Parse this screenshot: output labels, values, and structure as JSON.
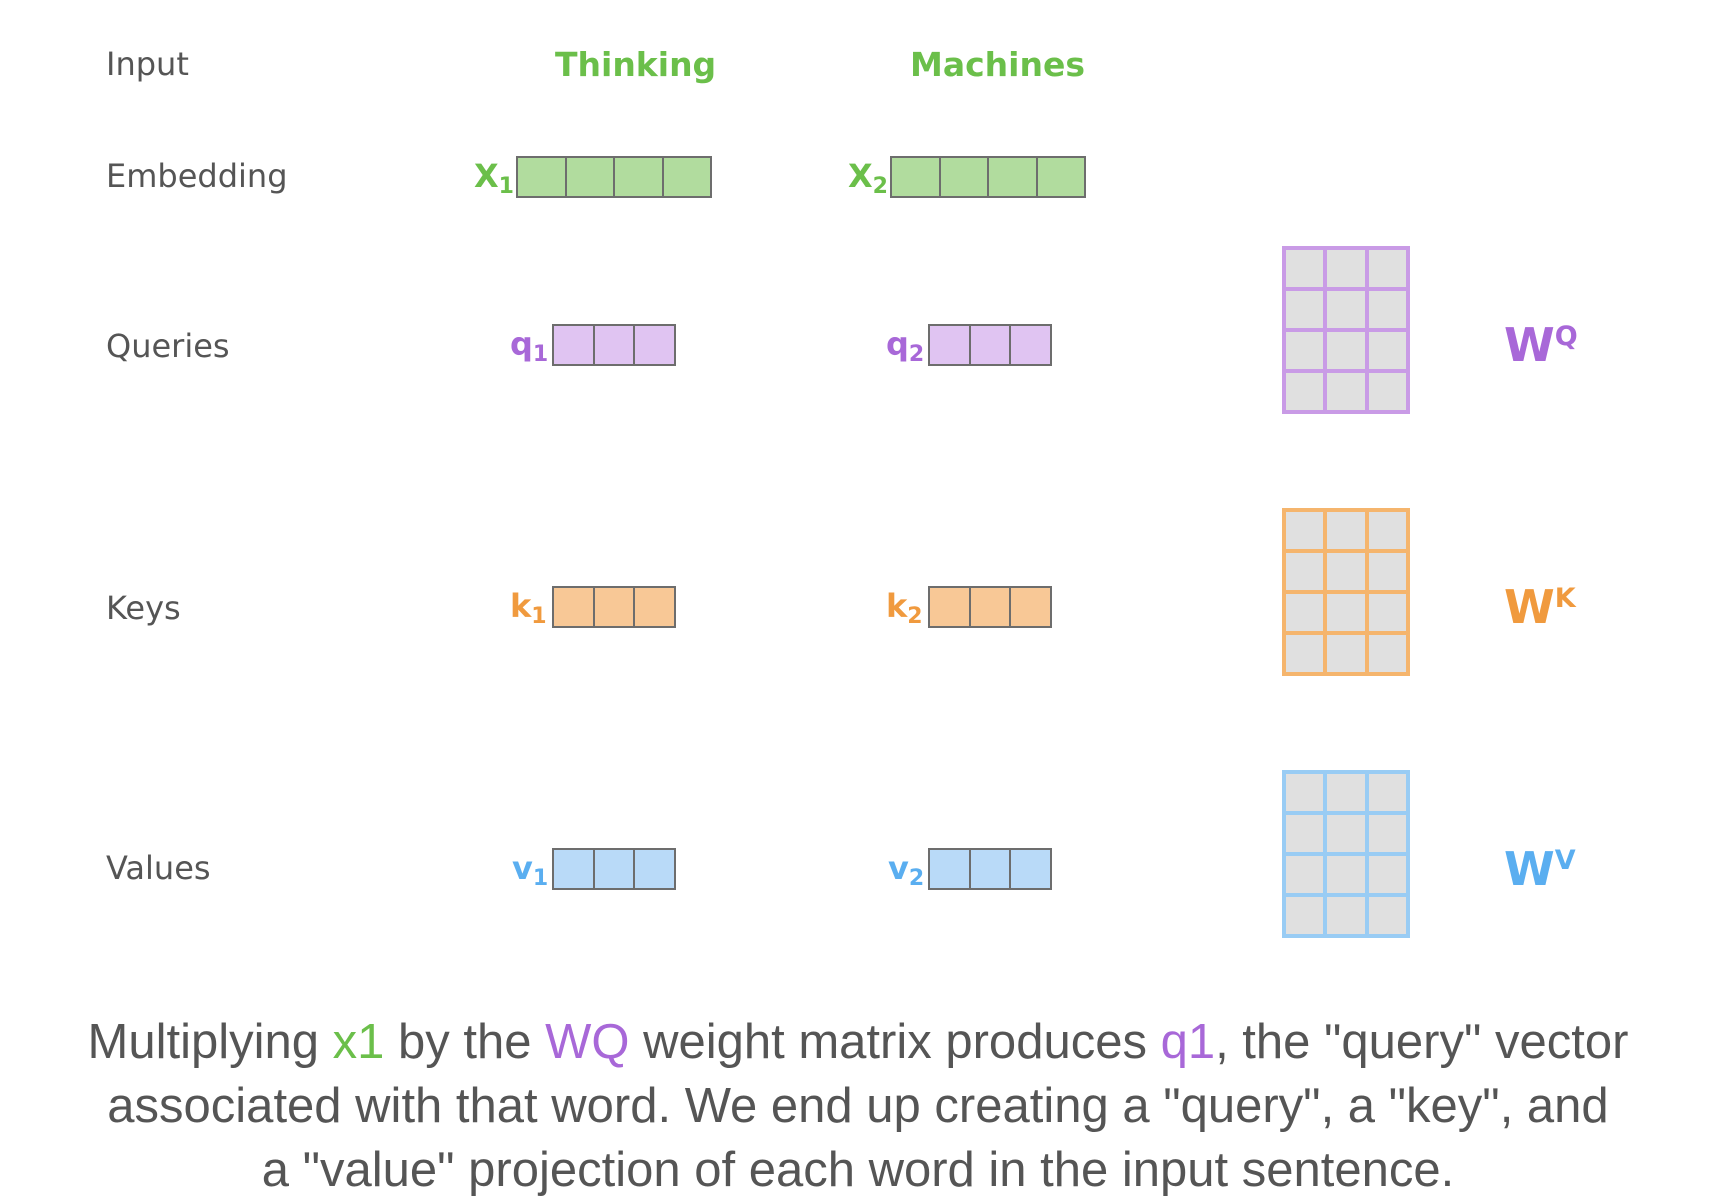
{
  "rows": {
    "input": "Input",
    "embedding": "Embedding",
    "queries": "Queries",
    "keys": "Keys",
    "values": "Values"
  },
  "words": [
    "Thinking",
    "Machines"
  ],
  "vectors": {
    "x1": {
      "base": "X",
      "sub": "1"
    },
    "x2": {
      "base": "X",
      "sub": "2"
    },
    "q1": {
      "base": "q",
      "sub": "1"
    },
    "q2": {
      "base": "q",
      "sub": "2"
    },
    "k1": {
      "base": "k",
      "sub": "1"
    },
    "k2": {
      "base": "k",
      "sub": "2"
    },
    "v1": {
      "base": "v",
      "sub": "1"
    },
    "v2": {
      "base": "v",
      "sub": "2"
    }
  },
  "weights": {
    "wq": {
      "base": "W",
      "sup": "Q"
    },
    "wk": {
      "base": "W",
      "sup": "K"
    },
    "wv": {
      "base": "W",
      "sup": "V"
    }
  },
  "colors": {
    "green": "#6bbf4a",
    "green_fill": "#b1dc9e",
    "purple": "#a868d8",
    "purple_fill": "#e0c4f2",
    "purple_border": "#c99be6",
    "orange": "#f09a3e",
    "orange_fill": "#f8c896",
    "orange_border": "#f5b56d",
    "blue": "#5aaef0",
    "blue_fill": "#b9daf8",
    "blue_border": "#99ccf4",
    "matrix_cell": "#e0e0e0",
    "text": "#555555"
  },
  "caption": {
    "line1": {
      "t1": "Multiplying ",
      "x1": "x1",
      "t2": " by the ",
      "wq": "WQ",
      "t3": " weight matrix produces ",
      "q1": "q1",
      "t4": ", the \"query\" vector"
    },
    "line2": "associated with that word. We end up creating a \"query\", a \"key\", and",
    "line3": "a \"value\" projection of each word in the input sentence."
  }
}
